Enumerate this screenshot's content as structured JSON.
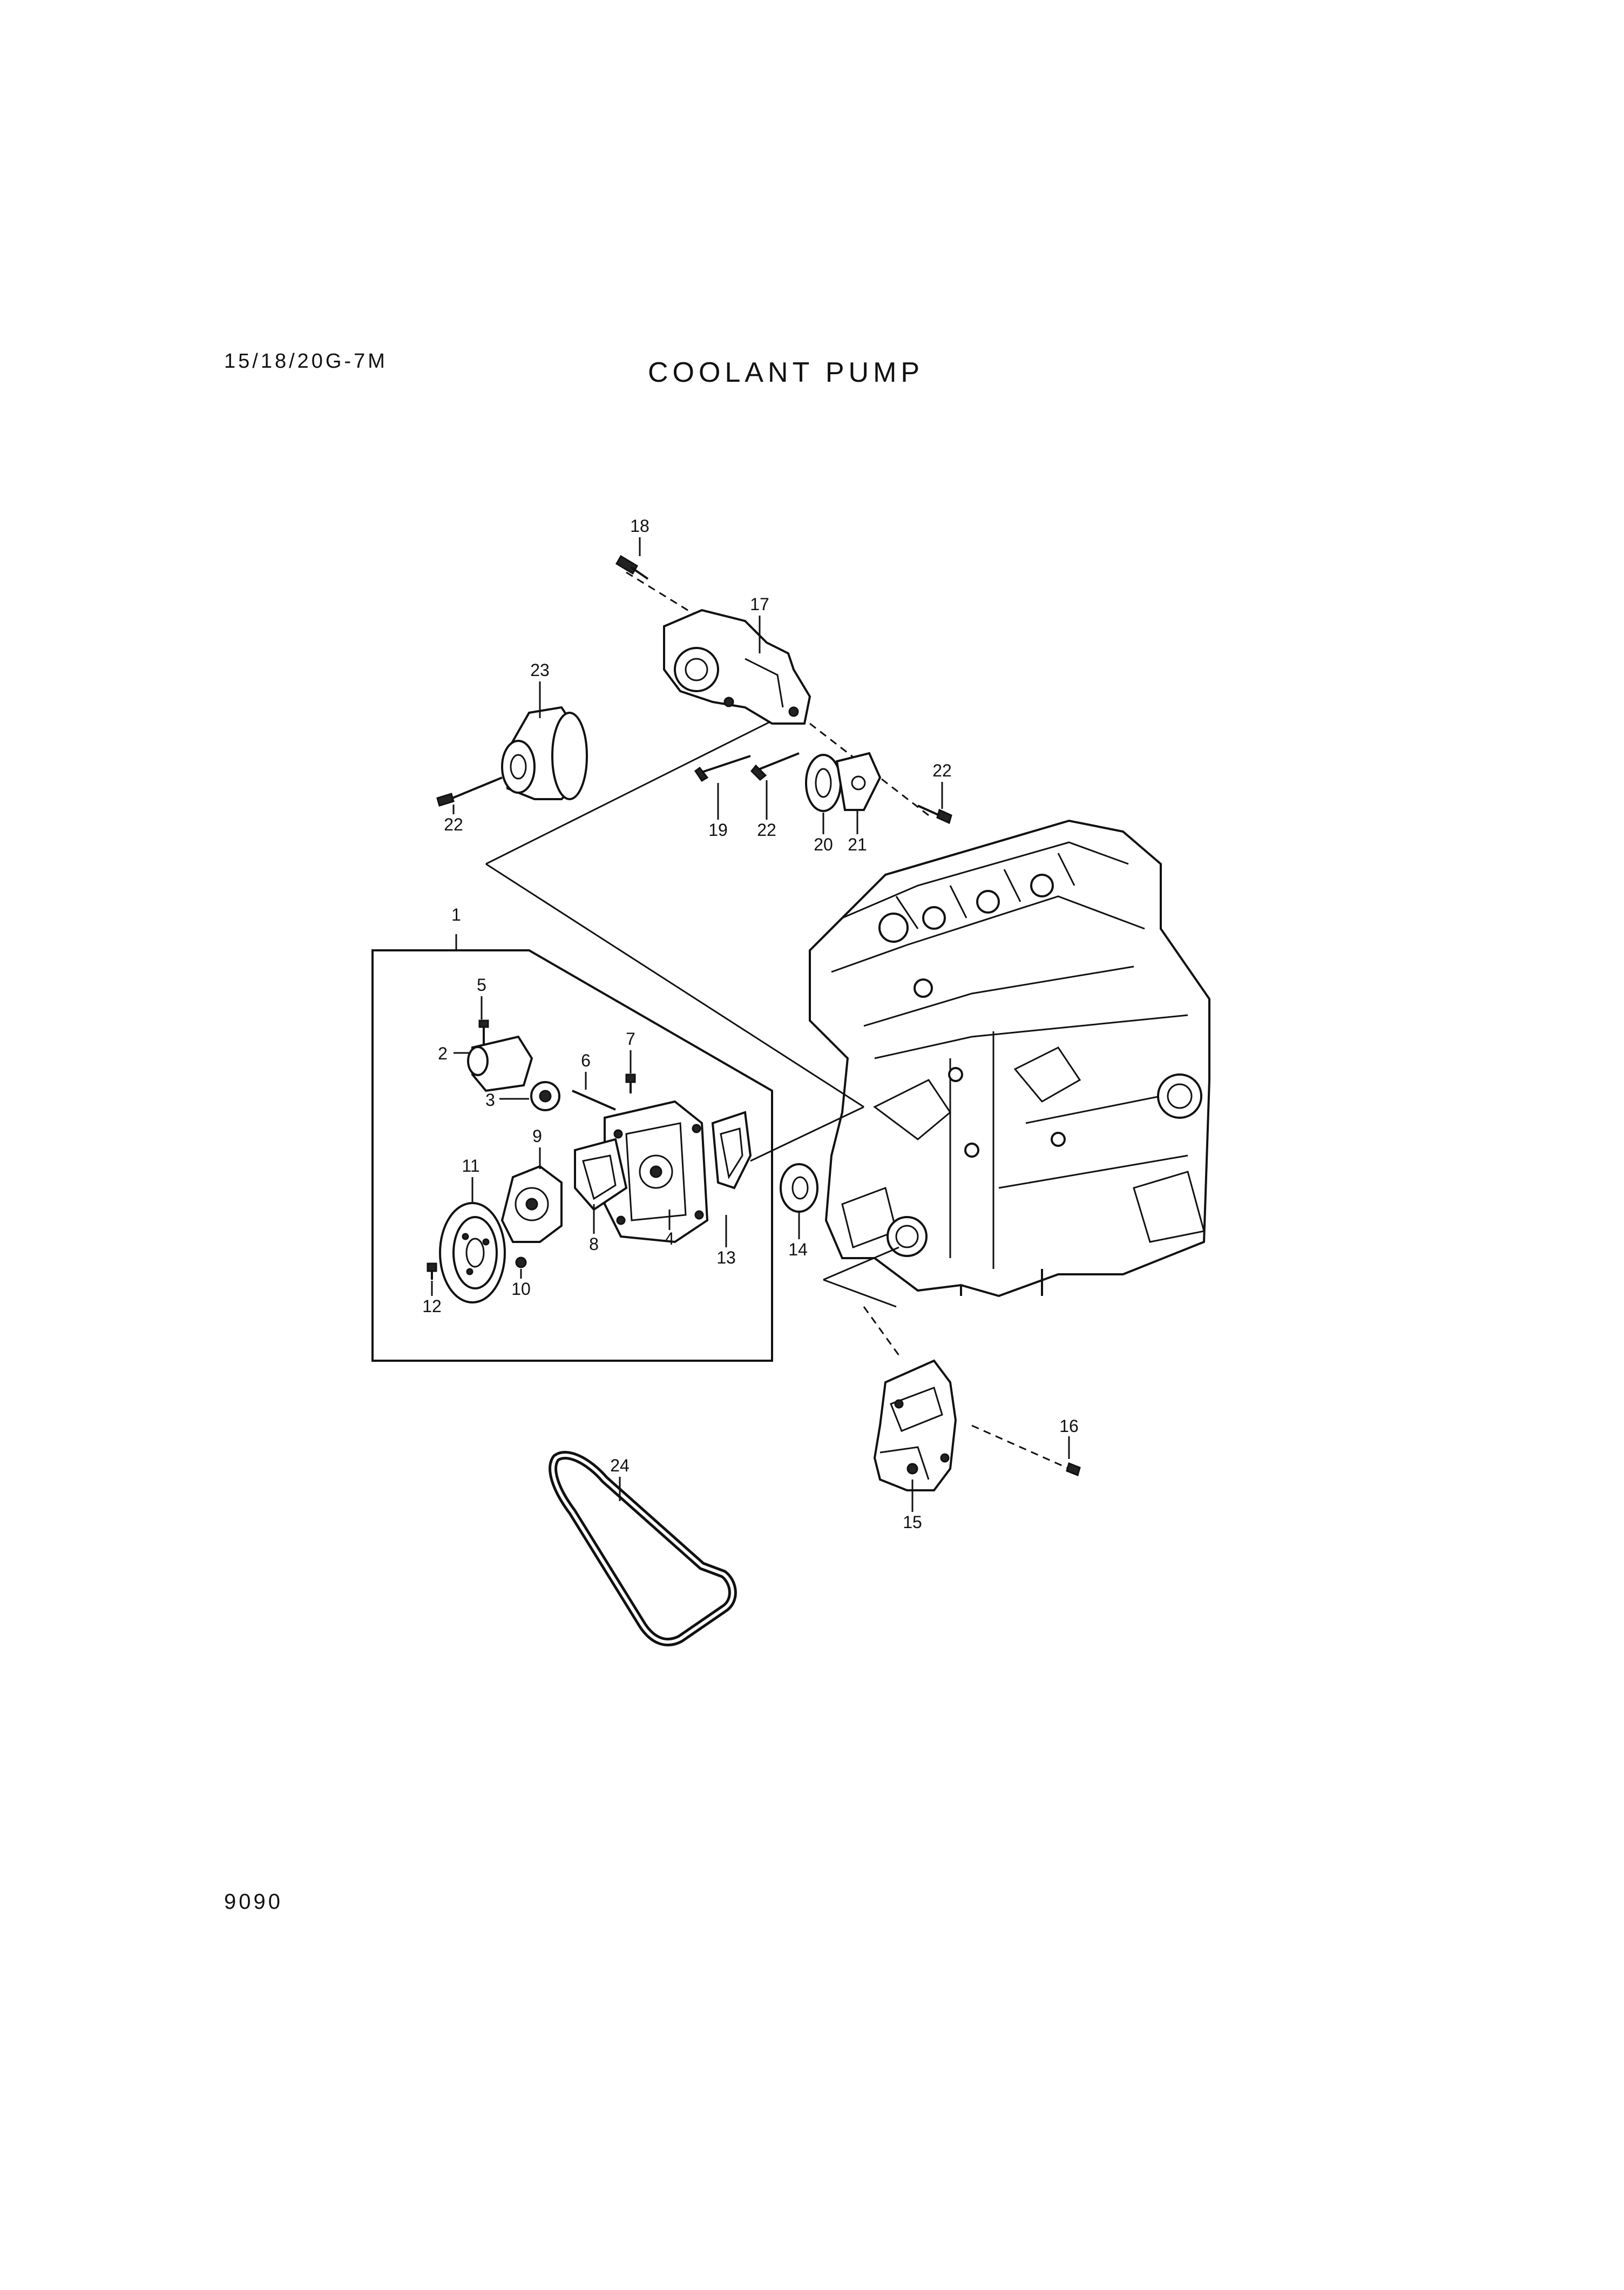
{
  "header": {
    "model": "15/18/20G-7M",
    "title": "COOLANT PUMP"
  },
  "footer": {
    "page_number": "9090"
  },
  "callouts": {
    "c1": "1",
    "c2": "2",
    "c3": "3",
    "c4": "4",
    "c5": "5",
    "c6": "6",
    "c7": "7",
    "c8": "8",
    "c9": "9",
    "c10": "10",
    "c11": "11",
    "c12": "12",
    "c13": "13",
    "c14": "14",
    "c15": "15",
    "c16": "16",
    "c17": "17",
    "c18": "18",
    "c19": "19",
    "c20": "20",
    "c21": "21",
    "c22a": "22",
    "c22b": "22",
    "c22c": "22",
    "c23": "23",
    "c24": "24"
  }
}
